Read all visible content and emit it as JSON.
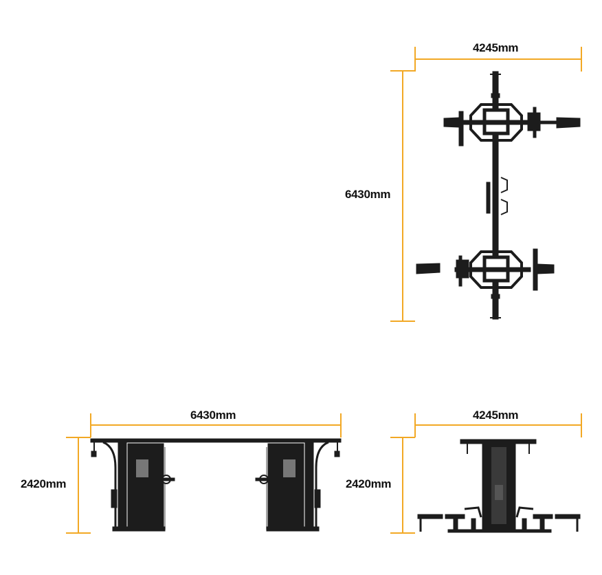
{
  "top_view": {
    "width_label": "4245mm",
    "length_label": "6430mm"
  },
  "side_view": {
    "length_label": "6430mm",
    "height_label": "2420mm"
  },
  "front_view": {
    "width_label": "4245mm",
    "height_label": "2420mm"
  },
  "colors": {
    "dimension_line": "#f2a824",
    "machine": "#1c1c1c"
  }
}
